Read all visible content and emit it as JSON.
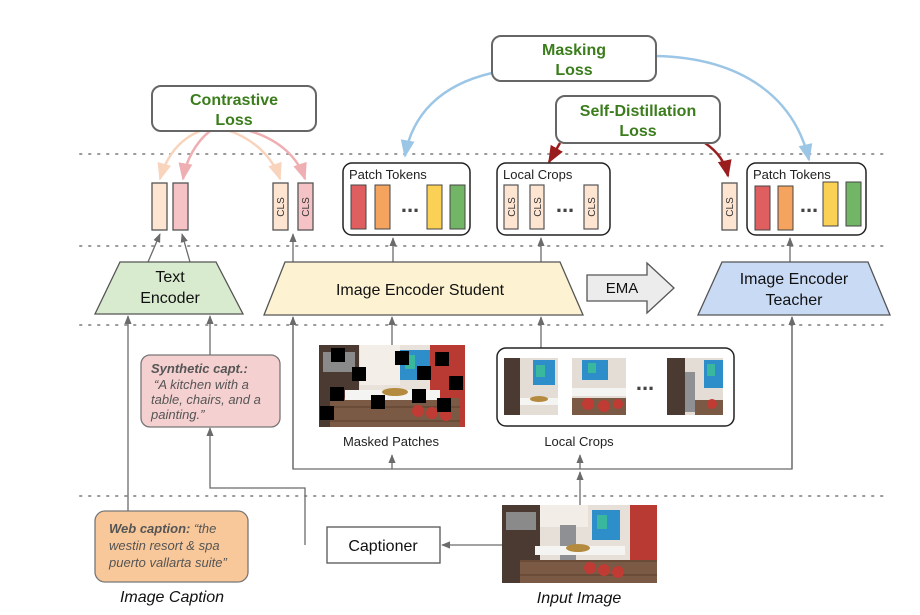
{
  "losses": {
    "masking": [
      "Masking",
      "Loss"
    ],
    "contrastive": [
      "Contrastive",
      "Loss"
    ],
    "self_distillation": [
      "Self-Distillation",
      "Loss"
    ]
  },
  "token_groups": {
    "patch_student": "Patch Tokens",
    "local_crops": "Local Crops",
    "patch_teacher": "Patch Tokens",
    "cls": "CLS",
    "ellipsis": "...",
    "patch_colors": [
      "#df5f60",
      "#f5a45f",
      "#fbd155",
      "#73b566"
    ],
    "text_token_colors": [
      "#fde5d2",
      "#f5c3c5"
    ]
  },
  "encoders": {
    "text": [
      "Text",
      "Encoder"
    ],
    "student": "Image Encoder Student",
    "ema": "EMA",
    "teacher": [
      "Image Encoder",
      "Teacher"
    ],
    "colors": {
      "text": "#d8ebcf",
      "student": "#fdf3d3",
      "teacher": "#c9daf5",
      "loss_text": "#3b7d1c"
    }
  },
  "synthetic_caption": {
    "label": "Synthetic capt.:",
    "lines": [
      "“A kitchen with a",
      "table, chairs, and a",
      "painting.”"
    ]
  },
  "panels": {
    "masked_patches": "Masked Patches",
    "local_crops": "Local Crops",
    "ellipsis": "..."
  },
  "captioner": "Captioner",
  "web_caption": {
    "label": "Web caption:",
    "lines": [
      " “the",
      "westin resort & spa",
      "puerto vallarta suite”"
    ]
  },
  "bottom_labels": {
    "image_caption": "Image Caption",
    "input_image": "Input Image"
  }
}
